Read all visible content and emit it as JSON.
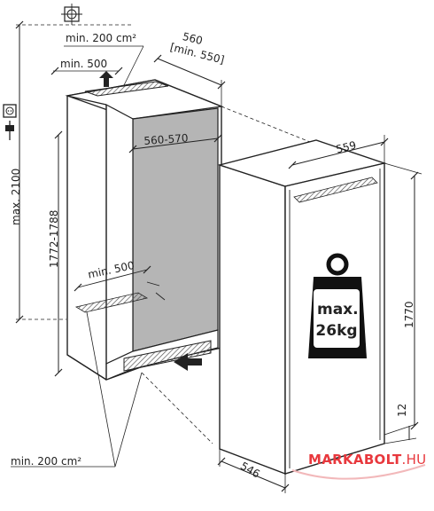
{
  "dimensions": {
    "top_air": "min. 200 cm²",
    "top_depth": "min. 500",
    "depth_outer": "560",
    "depth_outer_min": "[min. 550]",
    "niche_width": "560-570",
    "niche_height": "1772-1788",
    "max_height": "max. 2100",
    "bottom_depth": "min. 500",
    "bottom_air": "min. 200 cm²",
    "appliance_width": "559",
    "appliance_height": "1770",
    "appliance_depth": "546",
    "plinth": "12"
  },
  "weight_badge": {
    "line1": "max.",
    "line2": "26kg"
  },
  "watermark": {
    "prefix": "MARKABOLT",
    "suffix": ".HU"
  },
  "colors": {
    "line": "#222222",
    "shade": "#b5b5b5",
    "watermark": "#e8383d"
  }
}
